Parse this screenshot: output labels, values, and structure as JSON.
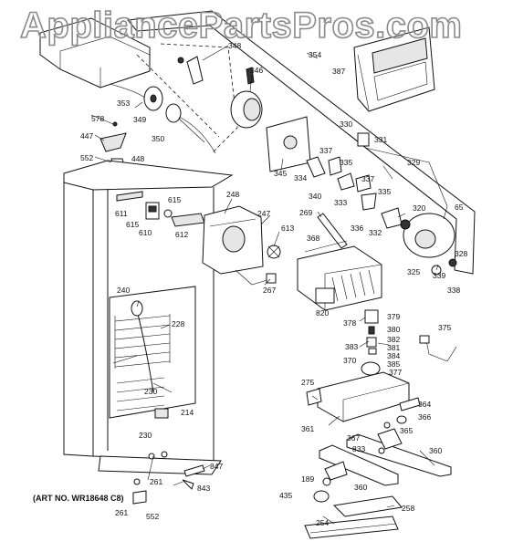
{
  "watermark": "AppliancePartsPros.com",
  "art_number": "(ART NO. WR18648 C8)",
  "part_labels": [
    {
      "id": "l348",
      "text": "348"
    },
    {
      "id": "l346",
      "text": "346"
    },
    {
      "id": "l354",
      "text": "354"
    },
    {
      "id": "l387",
      "text": "387"
    },
    {
      "id": "l353",
      "text": "353"
    },
    {
      "id": "l349",
      "text": "349"
    },
    {
      "id": "l578",
      "text": "578"
    },
    {
      "id": "l447",
      "text": "447"
    },
    {
      "id": "l350",
      "text": "350"
    },
    {
      "id": "l552a",
      "text": "552"
    },
    {
      "id": "l448",
      "text": "448"
    },
    {
      "id": "l330",
      "text": "330"
    },
    {
      "id": "l331",
      "text": "331"
    },
    {
      "id": "l337a",
      "text": "337"
    },
    {
      "id": "l335a",
      "text": "335"
    },
    {
      "id": "l345",
      "text": "345"
    },
    {
      "id": "l334",
      "text": "334"
    },
    {
      "id": "l329",
      "text": "329"
    },
    {
      "id": "l337b",
      "text": "337"
    },
    {
      "id": "l340",
      "text": "340"
    },
    {
      "id": "l333",
      "text": "333"
    },
    {
      "id": "l335b",
      "text": "335"
    },
    {
      "id": "l248",
      "text": "248"
    },
    {
      "id": "l615a",
      "text": "615"
    },
    {
      "id": "l611",
      "text": "611"
    },
    {
      "id": "l615b",
      "text": "615"
    },
    {
      "id": "l247",
      "text": "247"
    },
    {
      "id": "l269",
      "text": "269"
    },
    {
      "id": "l336",
      "text": "336"
    },
    {
      "id": "l332",
      "text": "332"
    },
    {
      "id": "l320",
      "text": "320"
    },
    {
      "id": "l65",
      "text": "65"
    },
    {
      "id": "l610",
      "text": "610"
    },
    {
      "id": "l612",
      "text": "612"
    },
    {
      "id": "l613",
      "text": "613"
    },
    {
      "id": "l368",
      "text": "368"
    },
    {
      "id": "l328",
      "text": "328"
    },
    {
      "id": "l325",
      "text": "325"
    },
    {
      "id": "l339",
      "text": "339"
    },
    {
      "id": "l338",
      "text": "338"
    },
    {
      "id": "l267",
      "text": "267"
    },
    {
      "id": "l240",
      "text": "240"
    },
    {
      "id": "l820",
      "text": "820"
    },
    {
      "id": "l379",
      "text": "379"
    },
    {
      "id": "l378",
      "text": "378"
    },
    {
      "id": "l380",
      "text": "380"
    },
    {
      "id": "l375",
      "text": "375"
    },
    {
      "id": "l228",
      "text": "228"
    },
    {
      "id": "l382",
      "text": "382"
    },
    {
      "id": "l383",
      "text": "383"
    },
    {
      "id": "l381",
      "text": "381"
    },
    {
      "id": "l384",
      "text": "384"
    },
    {
      "id": "l370",
      "text": "370"
    },
    {
      "id": "l385",
      "text": "385"
    },
    {
      "id": "l377",
      "text": "377"
    },
    {
      "id": "l275",
      "text": "275"
    },
    {
      "id": "l230a",
      "text": "230"
    },
    {
      "id": "l364",
      "text": "364"
    },
    {
      "id": "l366",
      "text": "366"
    },
    {
      "id": "l214",
      "text": "214"
    },
    {
      "id": "l361",
      "text": "361"
    },
    {
      "id": "l365",
      "text": "365"
    },
    {
      "id": "l230b",
      "text": "230"
    },
    {
      "id": "l367",
      "text": "367"
    },
    {
      "id": "l833",
      "text": "833"
    },
    {
      "id": "l360a",
      "text": "360"
    },
    {
      "id": "l847",
      "text": "847"
    },
    {
      "id": "l261a",
      "text": "261"
    },
    {
      "id": "l843",
      "text": "843"
    },
    {
      "id": "l189",
      "text": "189"
    },
    {
      "id": "l360b",
      "text": "360"
    },
    {
      "id": "l435",
      "text": "435"
    },
    {
      "id": "l258",
      "text": "258"
    },
    {
      "id": "l261b",
      "text": "261"
    },
    {
      "id": "l552b",
      "text": "552"
    },
    {
      "id": "l254",
      "text": "254"
    }
  ]
}
